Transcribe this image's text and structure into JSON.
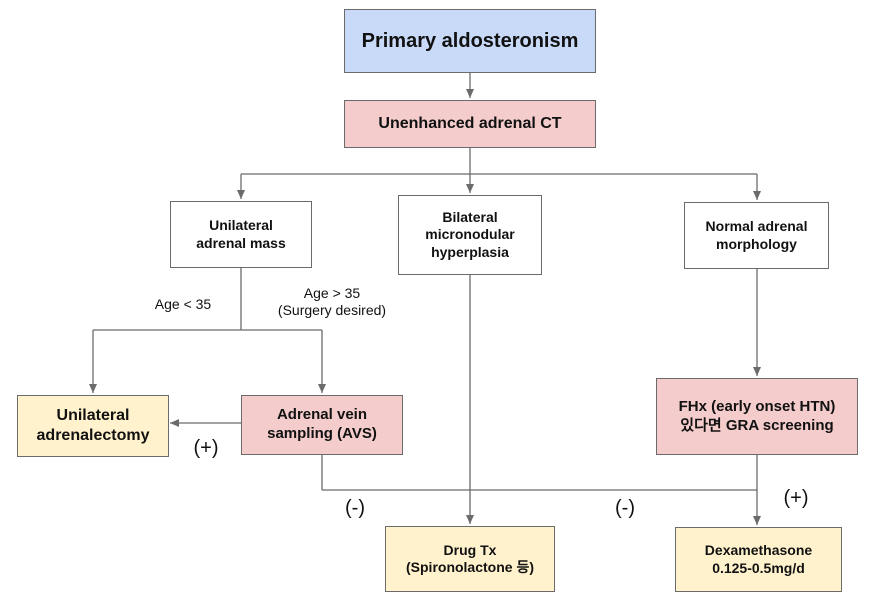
{
  "nodes": {
    "primary": "Primary aldosteronism",
    "ct": "Unenhanced adrenal CT",
    "unilateral_mass": "Unilateral\nadrenal mass",
    "bilateral": "Bilateral\nmicronodular\nhyperplasia",
    "normal": "Normal adrenal\nmorphology",
    "adrenalectomy": "Unilateral\nadrenalectomy",
    "avs": "Adrenal vein\nsampling (AVS)",
    "fhx": "FHx (early onset HTN)\n있다면 GRA screening",
    "drug": "Drug Tx\n(Spironolactone 등)",
    "dexa": "Dexamethasone\n0.125-0.5mg/d"
  },
  "labels": {
    "age_lt": "Age < 35",
    "age_gt": "Age > 35\n(Surgery desired)",
    "avs_pos": "(+)",
    "avs_neg": "(-)",
    "fhx_neg": "(-)",
    "fhx_pos": "(+)"
  },
  "colors": {
    "blue": "#c9daf8",
    "pink": "#f4cccc",
    "yellow": "#fff2cc",
    "line": "#6b6b6b"
  }
}
